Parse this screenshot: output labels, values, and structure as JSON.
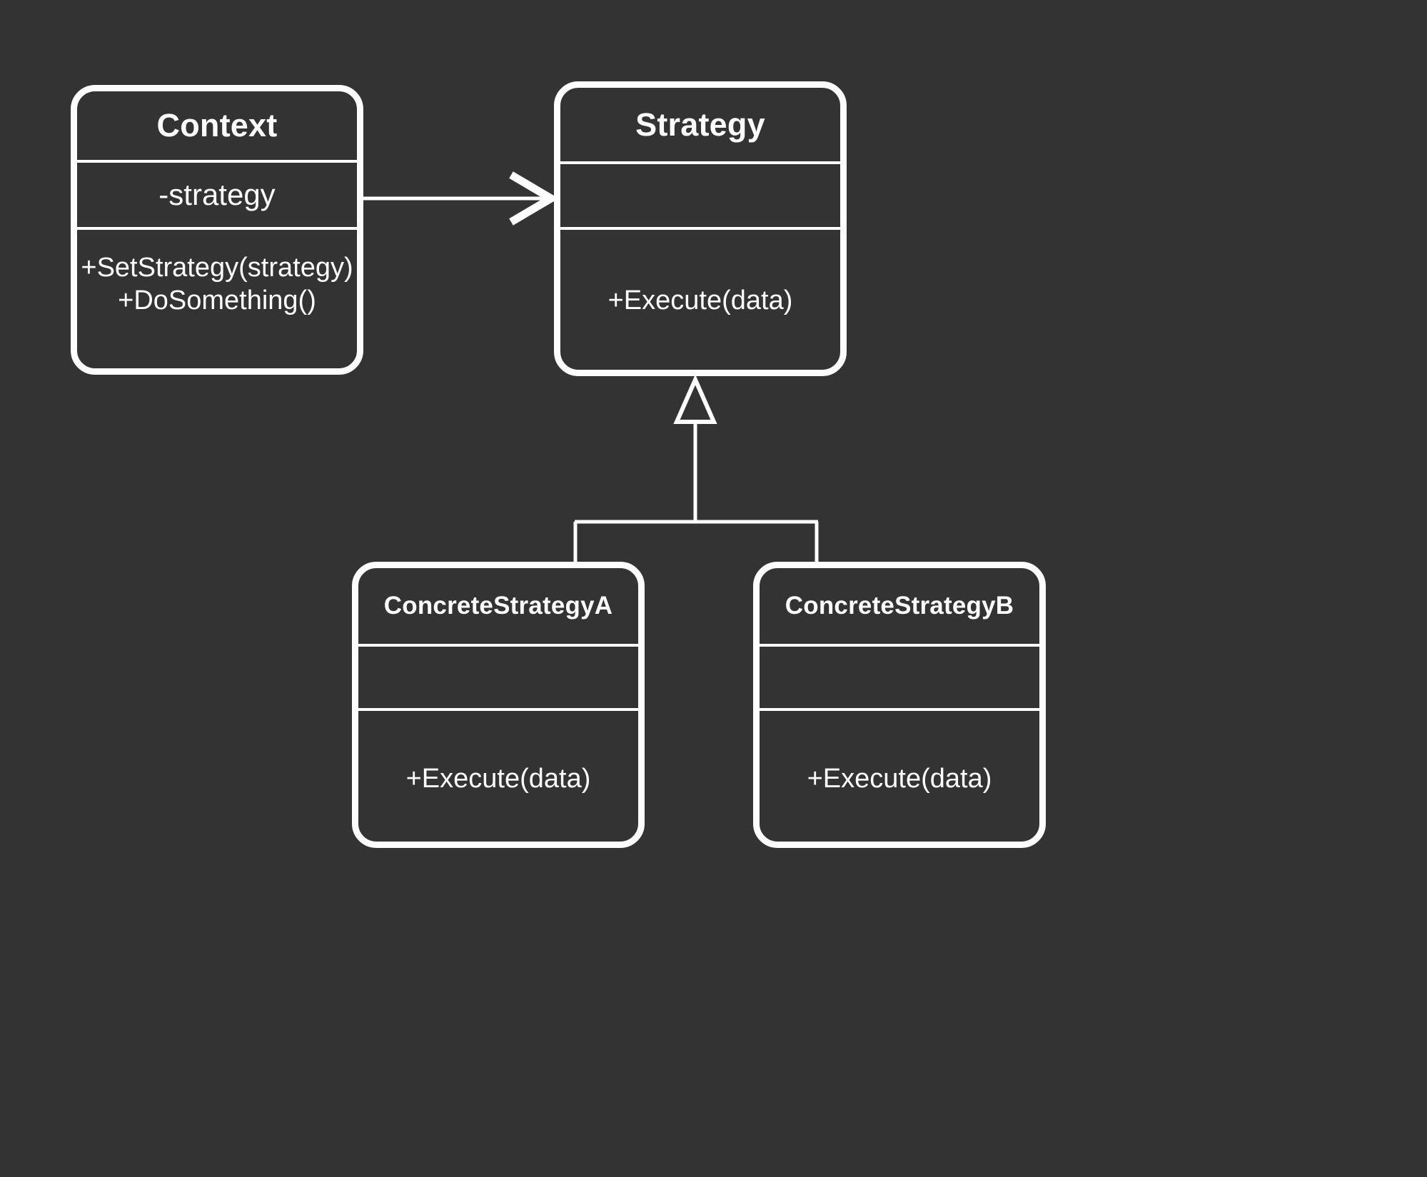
{
  "diagram": {
    "kind": "uml-class-diagram",
    "pattern_title": "Strategy",
    "background_color": "#333333",
    "line_color": "#FDFDFD",
    "text_color": "#FDFDFD"
  },
  "classes": {
    "context": {
      "name": "Context",
      "attributes": "-strategy",
      "operations": "+SetStrategy(strategy)\n+DoSomething()"
    },
    "strategy": {
      "name": "Strategy",
      "attributes": "",
      "operations": "+Execute(data)"
    },
    "concrete_a": {
      "name": "ConcreteStrategyA",
      "attributes": "",
      "operations": "+Execute(data)"
    },
    "concrete_b": {
      "name": "ConcreteStrategyB",
      "attributes": "",
      "operations": "+Execute(data)"
    }
  },
  "relationships": [
    {
      "id": "context-uses-strategy",
      "from": "Context",
      "to": "Strategy",
      "type": "association",
      "arrowhead": "open-arrow",
      "label": ""
    },
    {
      "id": "concrete-a-realizes-strategy",
      "from": "ConcreteStrategyA",
      "to": "Strategy",
      "type": "generalization",
      "arrowhead": "hollow-triangle",
      "label": ""
    },
    {
      "id": "concrete-b-realizes-strategy",
      "from": "ConcreteStrategyB",
      "to": "Strategy",
      "type": "generalization",
      "arrowhead": "hollow-triangle",
      "label": ""
    }
  ]
}
